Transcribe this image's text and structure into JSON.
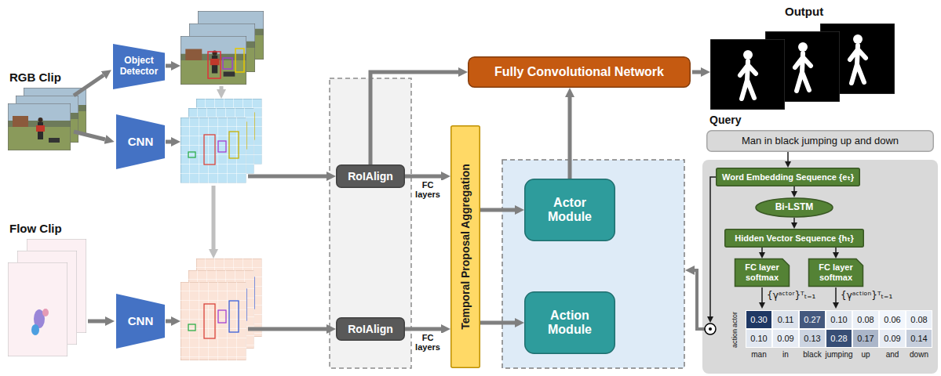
{
  "diagram": {
    "nodes": [
      {
        "text": [
          "Object Detector"
        ]
      },
      {
        "text": [
          "CNN"
        ]
      },
      {
        "text": [
          "CNN"
        ]
      },
      {
        "text": [
          "RoIAlign"
        ]
      },
      {
        "text": [
          "RoIAlign"
        ]
      },
      {
        "text": [
          "Temporal Proposal Aggregation"
        ]
      },
      {
        "text": [
          "Fully Convolutional Network"
        ]
      },
      {
        "text": [
          "Actor Module"
        ]
      },
      {
        "text": [
          "Action Module"
        ]
      },
      {
        "text": [
          "Man in black jumping up and down"
        ]
      },
      {
        "text": [
          "Word Embedding Sequence {eₜ}"
        ]
      },
      {
        "text": [
          "Bi-LSTM"
        ]
      },
      {
        "text": [
          "Hidden Vector Sequence {hₜ}"
        ]
      },
      {
        "text": [
          "FC layer softmax"
        ]
      },
      {
        "text": [
          "FC layer softmax"
        ]
      }
    ],
    "edges": [
      {
        "from": 3,
        "to": 5,
        "label": "FC layers",
        "arrow": "to"
      },
      {
        "from": 4,
        "to": 5,
        "label": "FC layers",
        "arrow": "to"
      },
      {
        "from": 3,
        "to": 6,
        "arrow": "to"
      },
      {
        "from": 5,
        "to": 7,
        "arrow": "to"
      },
      {
        "from": 5,
        "to": 8,
        "arrow": "to"
      },
      {
        "from": 7,
        "to": 6,
        "arrow": "to"
      },
      {
        "from": 9,
        "to": 10,
        "arrow": "to"
      },
      {
        "from": 10,
        "to": 11,
        "arrow": "to"
      },
      {
        "from": 11,
        "to": 12,
        "arrow": "to"
      },
      {
        "from": 12,
        "to": 13,
        "arrow": "to"
      },
      {
        "from": 12,
        "to": 14,
        "arrow": "to"
      }
    ],
    "labels": [
      "RGB Clip",
      "Flow Clip",
      "Output",
      "Query",
      "{γᵃᶜᵗᵒʳ}ᵀₜ₌₁",
      "{γᵃᶜᵗⁱᵒⁿ}ᵀₜ₌₁",
      "actor",
      "action",
      "0.30",
      "0.11",
      "0.27",
      "0.10",
      "0.08",
      "0.06",
      "0.08",
      "0.10",
      "0.09",
      "0.13",
      "0.28",
      "0.17",
      "0.09",
      "0.14",
      "man",
      "in",
      "black",
      "jumping",
      "up",
      "and",
      "down"
    ]
  }
}
